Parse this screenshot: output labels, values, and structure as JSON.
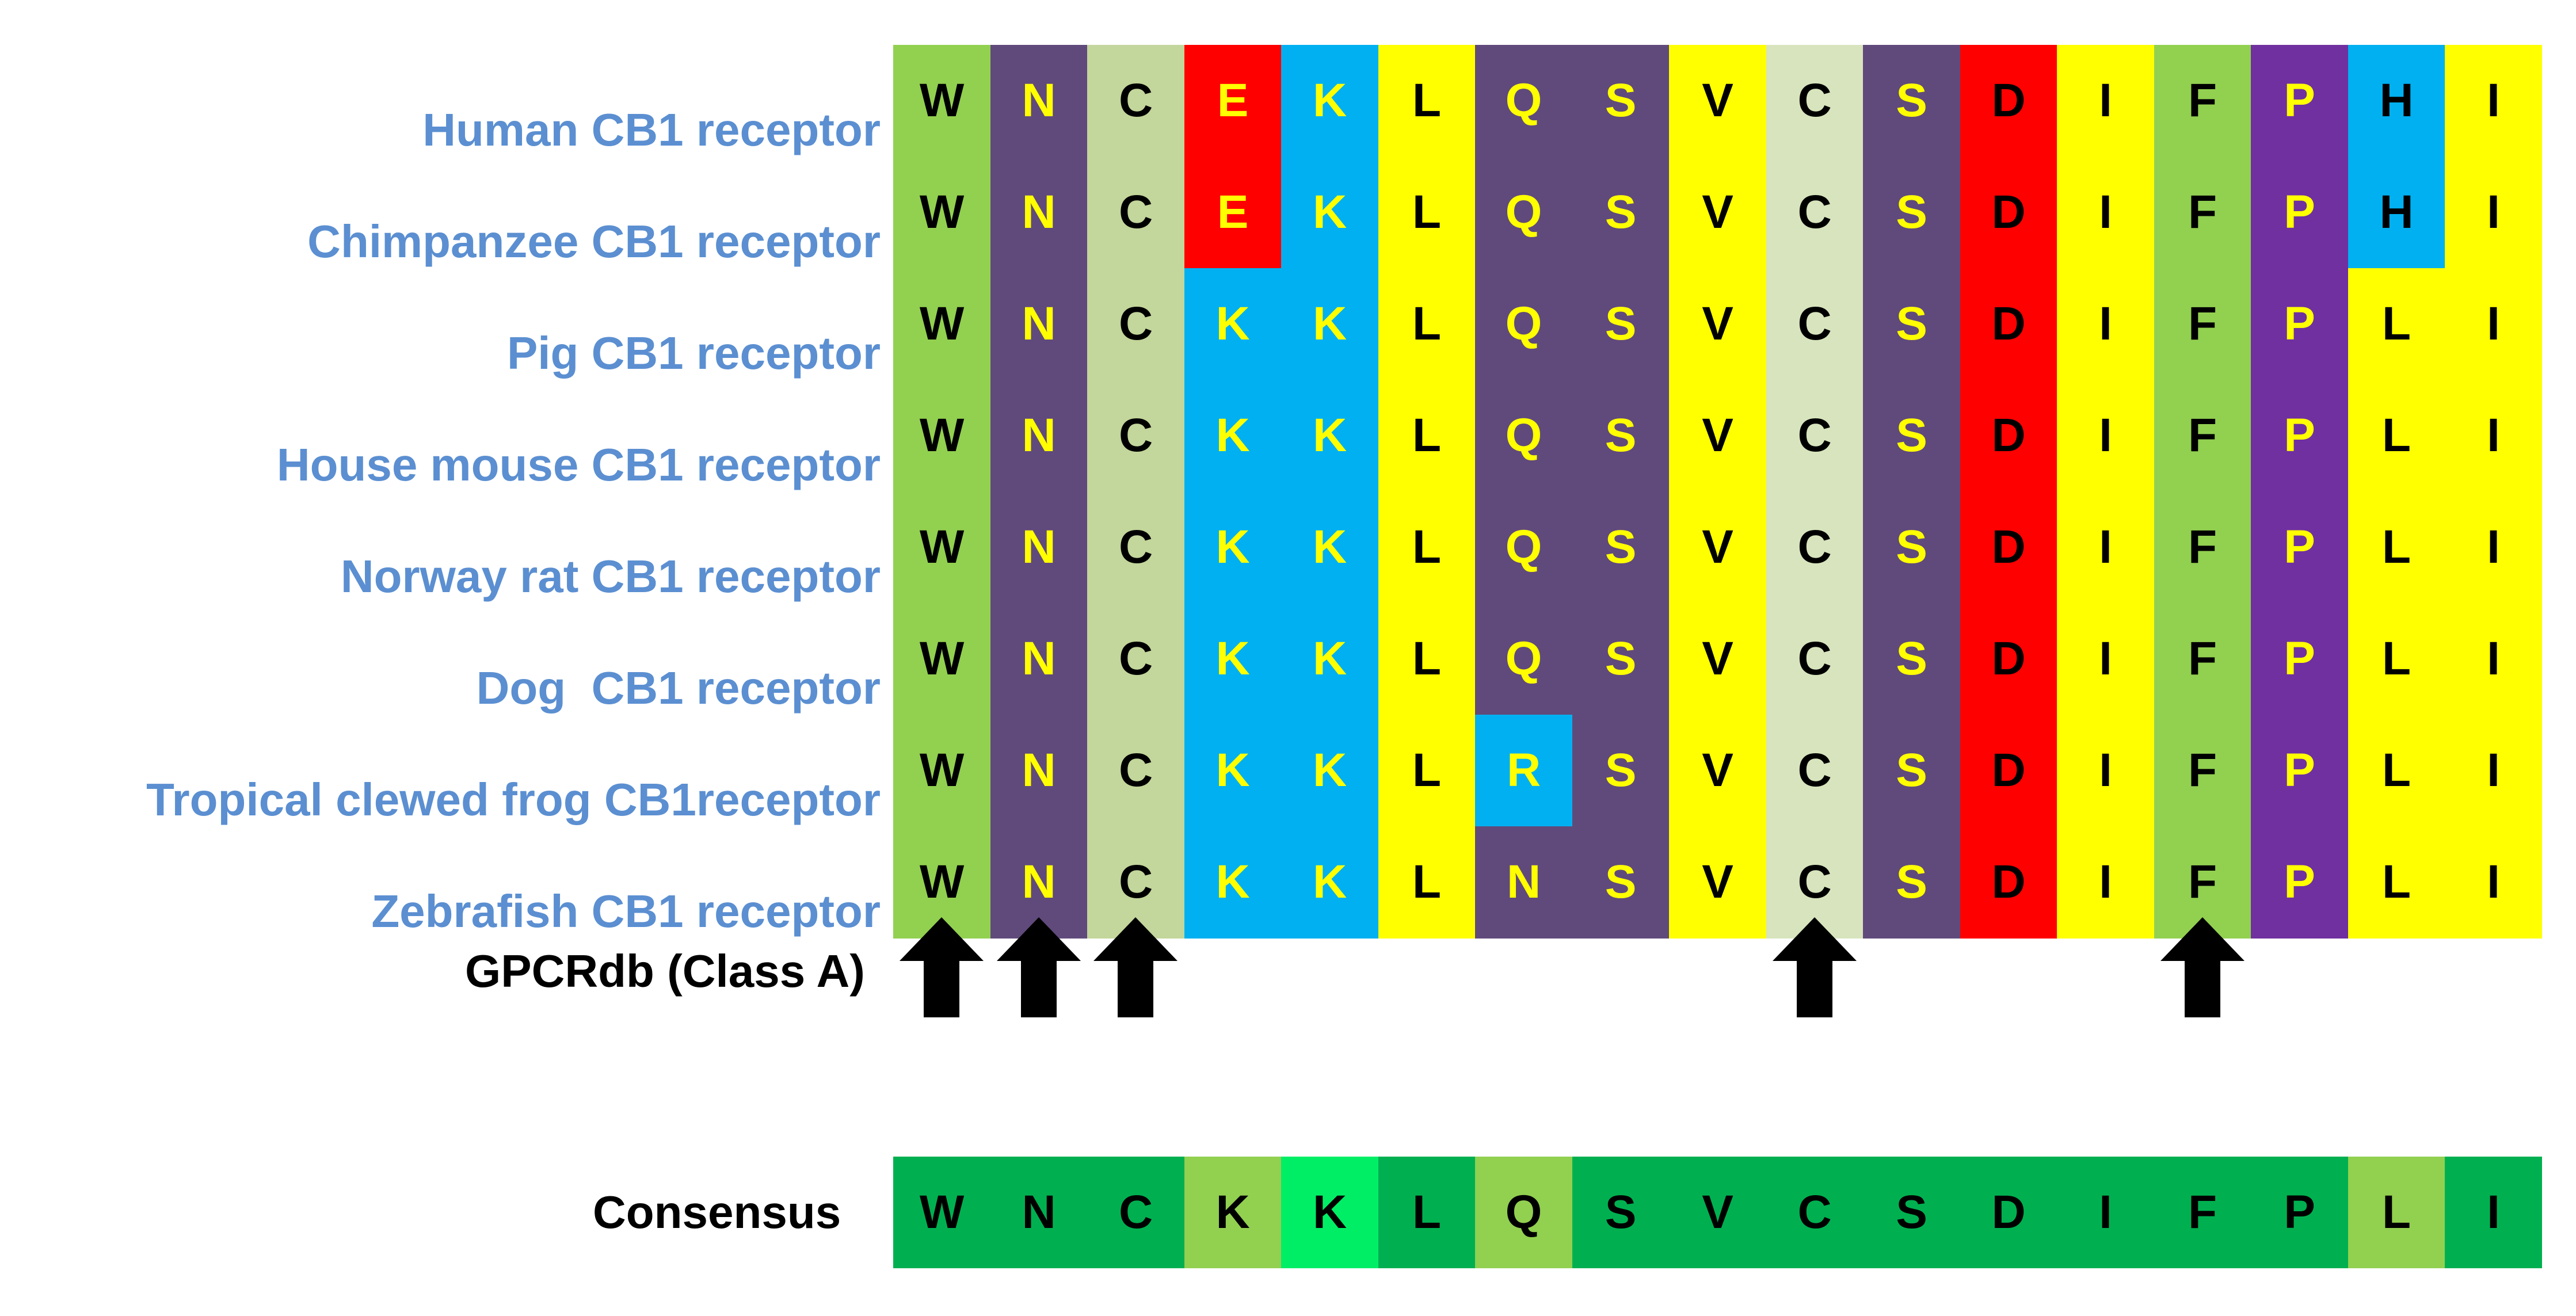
{
  "species": [
    {
      "name": "Human CB1 receptor",
      "seq": [
        "W",
        "N",
        "C",
        "E",
        "K",
        "L",
        "Q",
        "S",
        "V",
        "C",
        "S",
        "D",
        "I",
        "F",
        "P",
        "H",
        "I"
      ]
    },
    {
      "name": "Chimpanzee CB1 receptor",
      "seq": [
        "W",
        "N",
        "C",
        "E",
        "K",
        "L",
        "Q",
        "S",
        "V",
        "C",
        "S",
        "D",
        "I",
        "F",
        "P",
        "H",
        "I"
      ]
    },
    {
      "name": "Pig CB1 receptor",
      "seq": [
        "W",
        "N",
        "C",
        "K",
        "K",
        "L",
        "Q",
        "S",
        "V",
        "C",
        "S",
        "D",
        "I",
        "F",
        "P",
        "L",
        "I"
      ]
    },
    {
      "name": "House mouse CB1 receptor",
      "seq": [
        "W",
        "N",
        "C",
        "K",
        "K",
        "L",
        "Q",
        "S",
        "V",
        "C",
        "S",
        "D",
        "I",
        "F",
        "P",
        "L",
        "I"
      ]
    },
    {
      "name": "Norway rat CB1 receptor",
      "seq": [
        "W",
        "N",
        "C",
        "K",
        "K",
        "L",
        "Q",
        "S",
        "V",
        "C",
        "S",
        "D",
        "I",
        "F",
        "P",
        "L",
        "I"
      ]
    },
    {
      "name": "Dog  CB1 receptor",
      "seq": [
        "W",
        "N",
        "C",
        "K",
        "K",
        "L",
        "Q",
        "S",
        "V",
        "C",
        "S",
        "D",
        "I",
        "F",
        "P",
        "L",
        "I"
      ]
    },
    {
      "name": "Tropical clewed frog CB1receptor",
      "seq": [
        "W",
        "N",
        "C",
        "K",
        "K",
        "L",
        "R",
        "S",
        "V",
        "C",
        "S",
        "D",
        "I",
        "F",
        "P",
        "L",
        "I"
      ]
    },
    {
      "name": "Zebrafish CB1 receptor",
      "seq": [
        "W",
        "N",
        "C",
        "K",
        "K",
        "L",
        "N",
        "S",
        "V",
        "C",
        "S",
        "D",
        "I",
        "F",
        "P",
        "L",
        "I"
      ]
    }
  ],
  "residue_colors": {
    "W": {
      "bg": "#92d050",
      "fg": "#000000"
    },
    "N": {
      "bg": "#604a7b",
      "fg": "#ffff00"
    },
    "C": {
      "bg": "#c3d69b",
      "fg": "#000000"
    },
    "E": {
      "bg": "#ff0000",
      "fg": "#ffff00"
    },
    "K": {
      "bg": "#00b0f0",
      "fg": "#ffff00"
    },
    "L": {
      "bg": "#ffff00",
      "fg": "#000000"
    },
    "Q": {
      "bg": "#604a7b",
      "fg": "#ffff00"
    },
    "S": {
      "bg": "#604a7b",
      "fg": "#ffff00"
    },
    "V": {
      "bg": "#ffff00",
      "fg": "#000000"
    },
    "D": {
      "bg": "#ff0000",
      "fg": "#000000"
    },
    "I": {
      "bg": "#ffff00",
      "fg": "#000000"
    },
    "F": {
      "bg": "#92d050",
      "fg": "#000000"
    },
    "P": {
      "bg": "#7030a0",
      "fg": "#ffff00"
    },
    "H": {
      "bg": "#00b0f0",
      "fg": "#000000"
    },
    "R": {
      "bg": "#00b0f0",
      "fg": "#ffff00"
    }
  },
  "column_overrides": [
    {
      "col": 9,
      "bg": "#d7e4bd"
    }
  ],
  "gpcrdb": {
    "label": "GPCRdb (Class A)",
    "arrow_columns": [
      0,
      1,
      2,
      9,
      13
    ],
    "arrow_icon": "up-arrow-icon"
  },
  "consensus": {
    "label": "Consensus",
    "seq": [
      "W",
      "N",
      "C",
      "K",
      "K",
      "L",
      "Q",
      "S",
      "V",
      "C",
      "S",
      "D",
      "I",
      "F",
      "P",
      "L",
      "I"
    ],
    "colors": [
      "#00b050",
      "#00b050",
      "#00b050",
      "#92d050",
      "#00ee66",
      "#00b050",
      "#92d050",
      "#00b050",
      "#00b050",
      "#00b050",
      "#00b050",
      "#00b050",
      "#00b050",
      "#00b050",
      "#00b050",
      "#92d050",
      "#00b050"
    ]
  }
}
